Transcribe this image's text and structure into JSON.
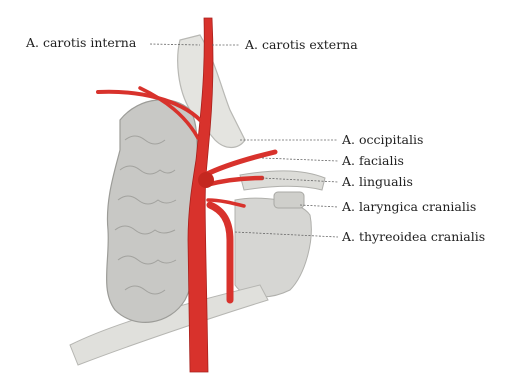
{
  "labels": {
    "carotis_interna": "A. carotis interna",
    "carotis_externa": "A. carotis  externa",
    "occipitalis": "A. occipitalis",
    "facialis": "A. facialis",
    "lingualis": "A. lingualis",
    "laryngica_cranialis": "A. laryngica cranialis",
    "thyreoidea_cranialis": "A. thyreoidea  cranialis"
  },
  "colors": {
    "artery": "#d8322c",
    "artery_dark": "#a8201c",
    "gland": "#c9c9c6",
    "gland_shade": "#a9a9a6",
    "bone": "#dcdcd8",
    "leader": "#666666"
  }
}
